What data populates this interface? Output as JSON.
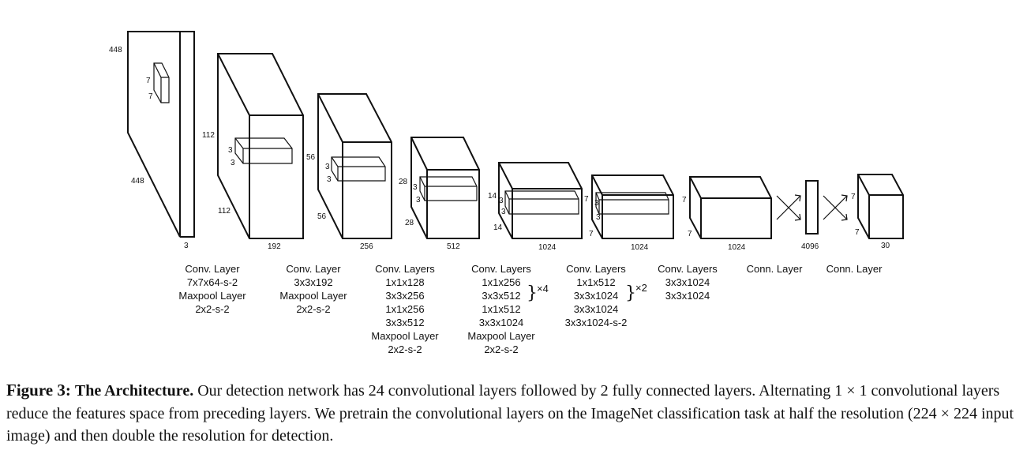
{
  "dims": {
    "input_height": "448",
    "input_width": "448",
    "input_depth": "3",
    "input_kernel_a": "7",
    "input_kernel_b": "7",
    "l1_height": "112",
    "l1_width": "112",
    "l1_depth": "192",
    "l1_kernel_a": "3",
    "l1_kernel_b": "3",
    "l2_height": "56",
    "l2_width": "56",
    "l2_depth": "256",
    "l2_kernel_a": "3",
    "l2_kernel_b": "3",
    "l3_height": "28",
    "l3_width": "28",
    "l3_depth": "512",
    "l3_kernel_a": "3",
    "l3_kernel_b": "3",
    "l4_height": "14",
    "l4_width": "14",
    "l4_depth": "1024",
    "l4_kernel_a": "3",
    "l4_kernel_b": "3",
    "l5_height": "7",
    "l5_width": "7",
    "l5_depth": "1024",
    "l5_kernel_a": "3",
    "l5_kernel_b": "3",
    "l6_height": "7",
    "l6_width": "7",
    "l6_depth": "1024",
    "fc1_size": "4096",
    "out_height": "7",
    "out_width": "7",
    "out_depth": "30"
  },
  "captions": {
    "block1": [
      "Conv. Layer",
      "7x7x64-s-2",
      "Maxpool Layer",
      "2x2-s-2"
    ],
    "block2": [
      "Conv. Layer",
      "3x3x192",
      "Maxpool Layer",
      "2x2-s-2"
    ],
    "block3": [
      "Conv. Layers",
      "1x1x128",
      "3x3x256",
      "1x1x256",
      "3x3x512",
      "Maxpool Layer",
      "2x2-s-2"
    ],
    "block4": [
      "Conv. Layers",
      "1x1x256",
      "3x3x512",
      "1x1x512",
      "3x3x1024",
      "Maxpool Layer",
      "2x2-s-2"
    ],
    "block4_repeat": "×4",
    "block5": [
      "Conv. Layers",
      "1x1x512",
      "3x3x1024",
      "3x3x1024",
      "3x3x1024-s-2"
    ],
    "block5_repeat": "×2",
    "block6": [
      "Conv. Layers",
      "3x3x1024",
      "3x3x1024"
    ],
    "block7": [
      "Conn. Layer"
    ],
    "block8": [
      "Conn. Layer"
    ]
  },
  "figure_caption": {
    "label": "Figure 3:",
    "title": "The Architecture.",
    "text": "Our detection network has 24 convolutional layers followed by 2 fully connected layers. Alternating 1 × 1 convolutional layers reduce the features space from preceding layers. We pretrain the convolutional layers on the ImageNet classification task at half the resolution (224 × 224 input image) and then double the resolution for detection."
  }
}
